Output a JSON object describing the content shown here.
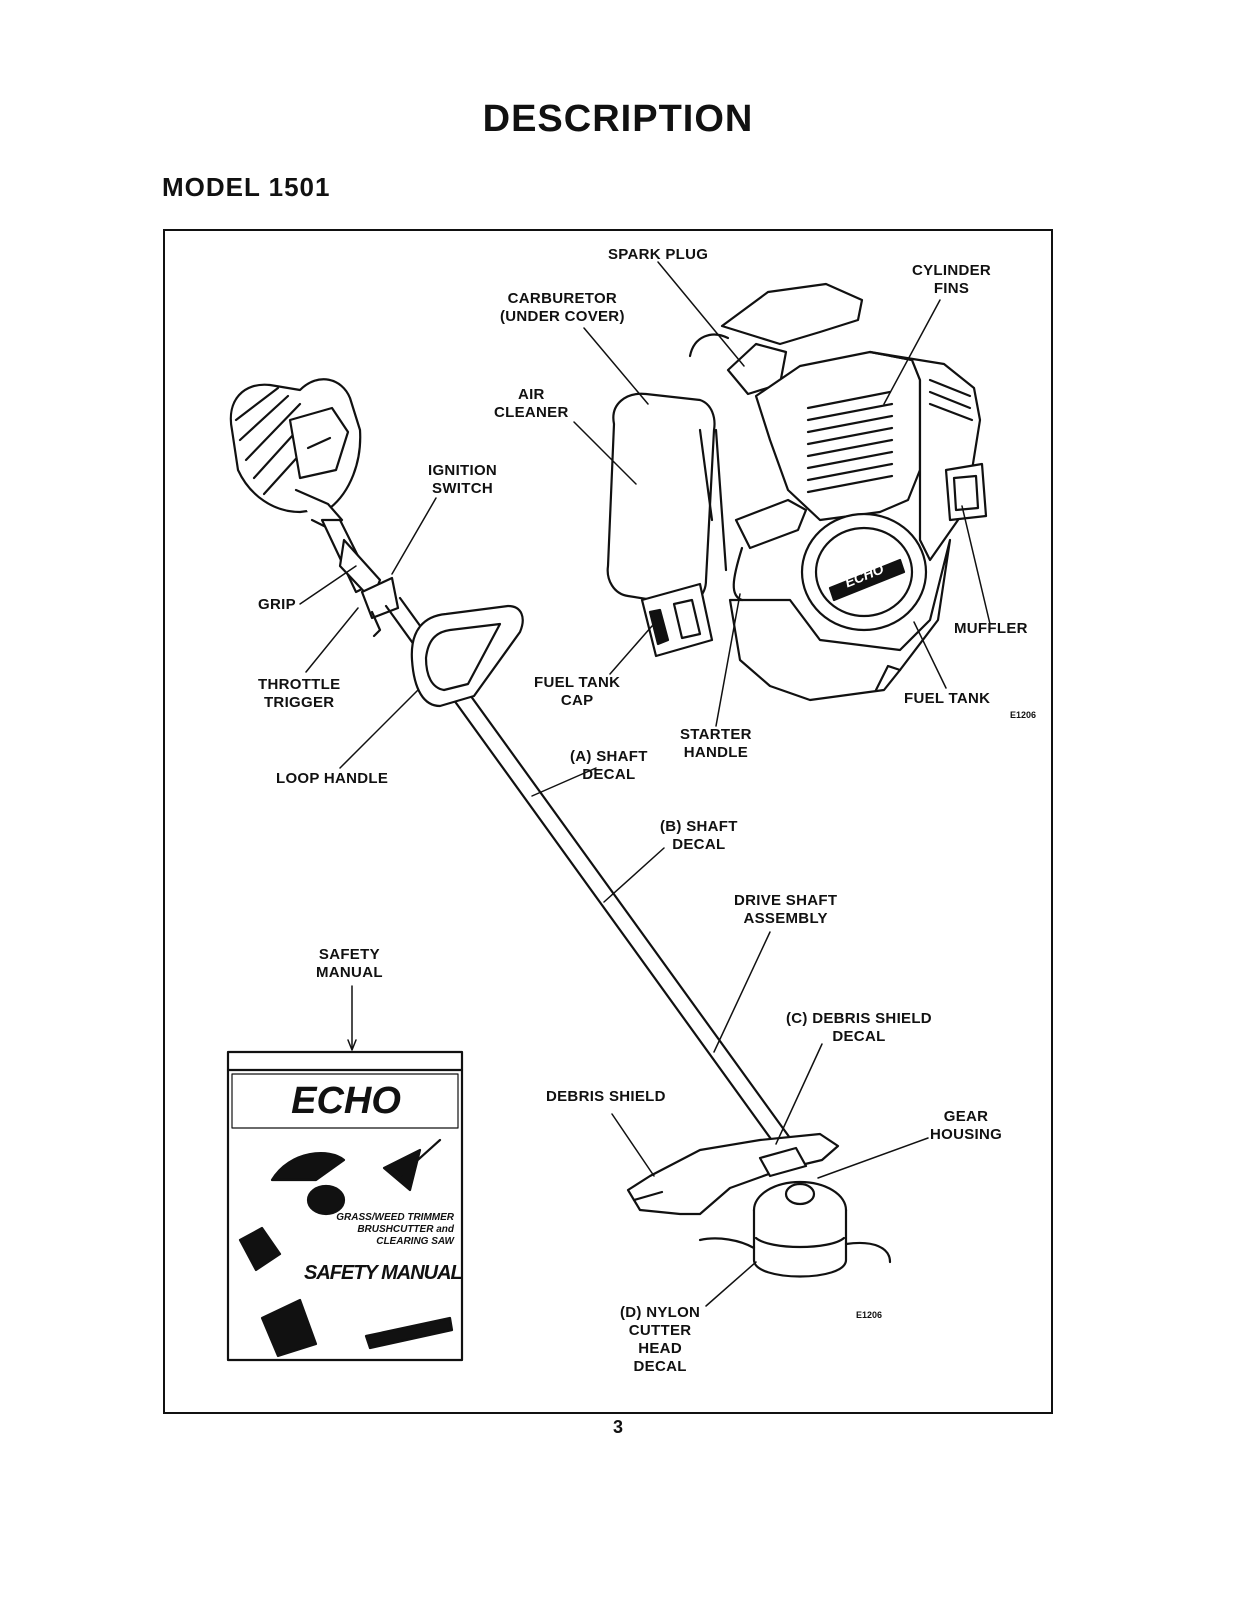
{
  "page": {
    "title": "DESCRIPTION",
    "model": "MODEL 1501",
    "page_number": "3"
  },
  "labels": {
    "spark_plug": "SPARK PLUG",
    "cylinder_fins": "CYLINDER\nFINS",
    "carburetor": "CARBURETOR\n(UNDER COVER)",
    "air_cleaner": "AIR\nCLEANER",
    "ignition_switch": "IGNITION\nSWITCH",
    "grip": "GRIP",
    "muffler": "MUFFLER",
    "throttle_trigger": "THROTTLE\nTRIGGER",
    "fuel_tank_cap": "FUEL TANK\nCAP",
    "fuel_tank": "FUEL TANK",
    "starter_handle": "STARTER\nHANDLE",
    "shaft_decal_a": "(A) SHAFT\nDECAL",
    "loop_handle": "LOOP HANDLE",
    "shaft_decal_b": "(B) SHAFT\nDECAL",
    "drive_shaft": "DRIVE SHAFT\nASSEMBLY",
    "safety_manual": "SAFETY\nMANUAL",
    "debris_shield_decal": "(C) DEBRIS SHIELD\nDECAL",
    "debris_shield": "DEBRIS SHIELD",
    "gear_housing": "GEAR\nHOUSING",
    "nylon_cutter_decal": "(D) NYLON\nCUTTER\nHEAD\nDECAL"
  },
  "figure_codes": {
    "engine": "E1206",
    "trimmer": "E1206"
  },
  "manual_cover": {
    "brand": "ECHO",
    "subtitle": "GRASS/WEED TRIMMER\nBRUSHCUTTER and\nCLEARING SAW",
    "title": "SAFETY MANUAL"
  }
}
